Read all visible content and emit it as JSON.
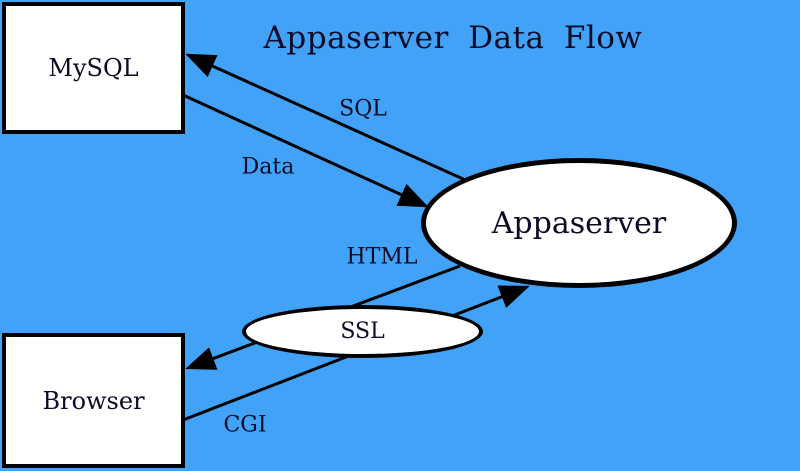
{
  "title": "Appaserver Data Flow",
  "colors": {
    "background": "#42a2f8",
    "shape_fill": "#ffffff",
    "shape_border": "#000000",
    "text": "#0b0b26"
  },
  "nodes": {
    "mysql": {
      "label": "MySQL",
      "shape": "rectangle"
    },
    "browser": {
      "label": "Browser",
      "shape": "rectangle"
    },
    "appaserver": {
      "label": "Appaserver",
      "shape": "ellipse"
    },
    "ssl": {
      "label": "SSL",
      "shape": "ellipse"
    }
  },
  "edges": {
    "sql": {
      "label": "SQL",
      "from": "appaserver",
      "to": "mysql"
    },
    "data": {
      "label": "Data",
      "from": "mysql",
      "to": "appaserver"
    },
    "html": {
      "label": "HTML",
      "from": "appaserver",
      "to": "browser",
      "via": "ssl"
    },
    "cgi": {
      "label": "CGI",
      "from": "browser",
      "to": "appaserver"
    }
  }
}
